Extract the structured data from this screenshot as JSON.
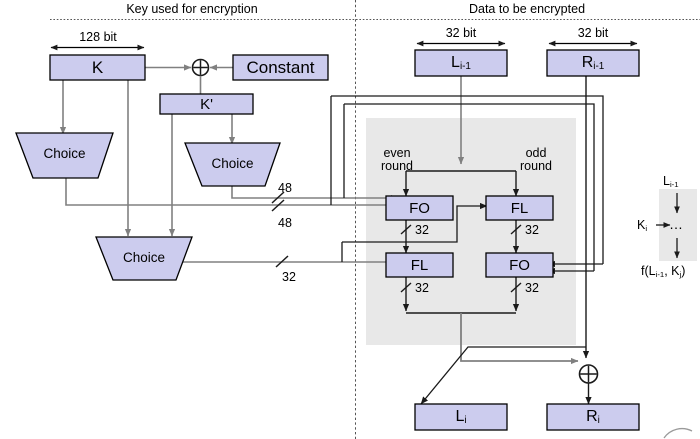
{
  "diagram": {
    "title_left": "Key used for encryption",
    "title_right": "Data to be encrypted",
    "colors": {
      "box_fill": "#ccccee",
      "box_stroke": "#000000",
      "panel_fill": "#e8e8e8",
      "wire_gray": "#808080",
      "wire_black": "#1a1a1a",
      "background": "#ffffff"
    }
  },
  "key_side": {
    "width_label": "128 bit",
    "boxes": {
      "k": "K",
      "constant": "Constant",
      "k_prime": "K'",
      "choice_a": "Choice",
      "choice_b": "Choice",
      "choice_c": "Choice"
    },
    "xor_symbol": "⊕",
    "wire_labels": {
      "w48_top": "48",
      "w48_bottom": "48",
      "w32": "32"
    }
  },
  "data_side": {
    "width_label_left": "32 bit",
    "width_label_right": "32 bit",
    "input_left_base": "L",
    "input_left_sub": "i-1",
    "input_right_base": "R",
    "input_right_sub": "i-1",
    "output_left_base": "L",
    "output_left_sub": "i",
    "output_right_base": "R",
    "output_right_sub": "i",
    "round_label_even": "even\nround",
    "round_label_even_line1": "even",
    "round_label_even_line2": "round",
    "round_label_odd_line1": "odd",
    "round_label_odd_line2": "round",
    "fn_boxes": {
      "fo_top": "FO",
      "fl_top": "FL",
      "fl_bottom": "FL",
      "fo_bottom": "FO"
    },
    "bus_labels": {
      "fo_top_out": "32",
      "fl_top_out": "32",
      "fl_bottom_out": "32",
      "fo_bottom_out": "32"
    },
    "xor_symbol": "⊕"
  },
  "legend": {
    "input_base": "L",
    "input_sub": "i-1",
    "key_base": "K",
    "key_sub": "i",
    "body_glyph": "…",
    "output_label": "f(L",
    "output_sub1": "i-1",
    "output_mid": ", K",
    "output_sub2": "j",
    "output_end": ")",
    "output_full": "f(Li-1, Kj)"
  }
}
